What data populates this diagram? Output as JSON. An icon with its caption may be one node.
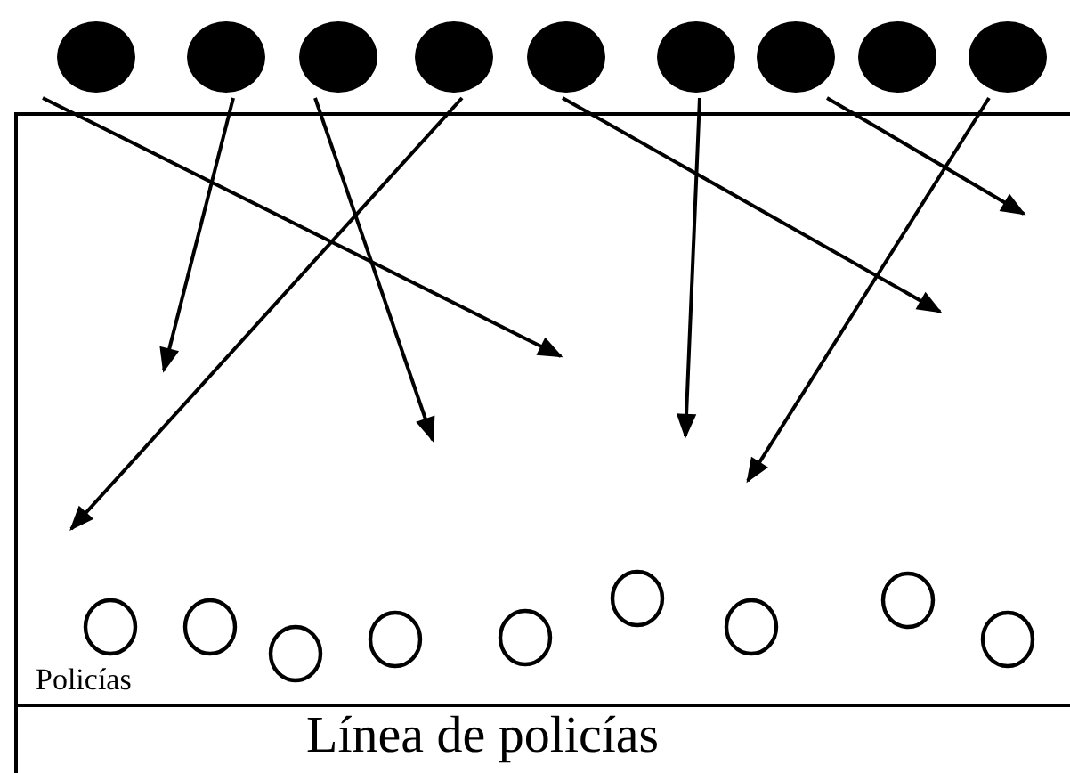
{
  "diagram": {
    "nodes": [
      {
        "text": [],
        "shape": "circle"
      },
      {
        "text": [],
        "shape": "circle"
      },
      {
        "text": [],
        "shape": "circle"
      },
      {
        "text": [],
        "shape": "circle"
      },
      {
        "text": [],
        "shape": "circle"
      },
      {
        "text": [],
        "shape": "circle"
      },
      {
        "text": [],
        "shape": "circle"
      },
      {
        "text": [],
        "shape": "circle"
      },
      {
        "text": [],
        "shape": "circle"
      },
      {
        "text": [],
        "shape": "circle"
      },
      {
        "text": [],
        "shape": "circle"
      },
      {
        "text": [],
        "shape": "circle"
      },
      {
        "text": [],
        "shape": "circle"
      },
      {
        "text": [],
        "shape": "circle"
      },
      {
        "text": [],
        "shape": "circle"
      },
      {
        "text": [],
        "shape": "circle"
      },
      {
        "text": [],
        "shape": "circle"
      },
      {
        "text": [],
        "shape": "circle"
      }
    ],
    "edges": [
      {
        "from": 0,
        "to": null,
        "arrow": "to"
      },
      {
        "from": 1,
        "to": null,
        "arrow": "to"
      },
      {
        "from": 2,
        "to": null,
        "arrow": "to"
      },
      {
        "from": 3,
        "to": null,
        "arrow": "to"
      },
      {
        "from": 4,
        "to": null,
        "arrow": "to"
      },
      {
        "from": 5,
        "to": null,
        "arrow": "to"
      },
      {
        "from": 7,
        "to": null,
        "arrow": "to"
      },
      {
        "from": 8,
        "to": null,
        "arrow": "to"
      }
    ],
    "labels": [
      "Policías",
      "Línea de policías"
    ]
  }
}
